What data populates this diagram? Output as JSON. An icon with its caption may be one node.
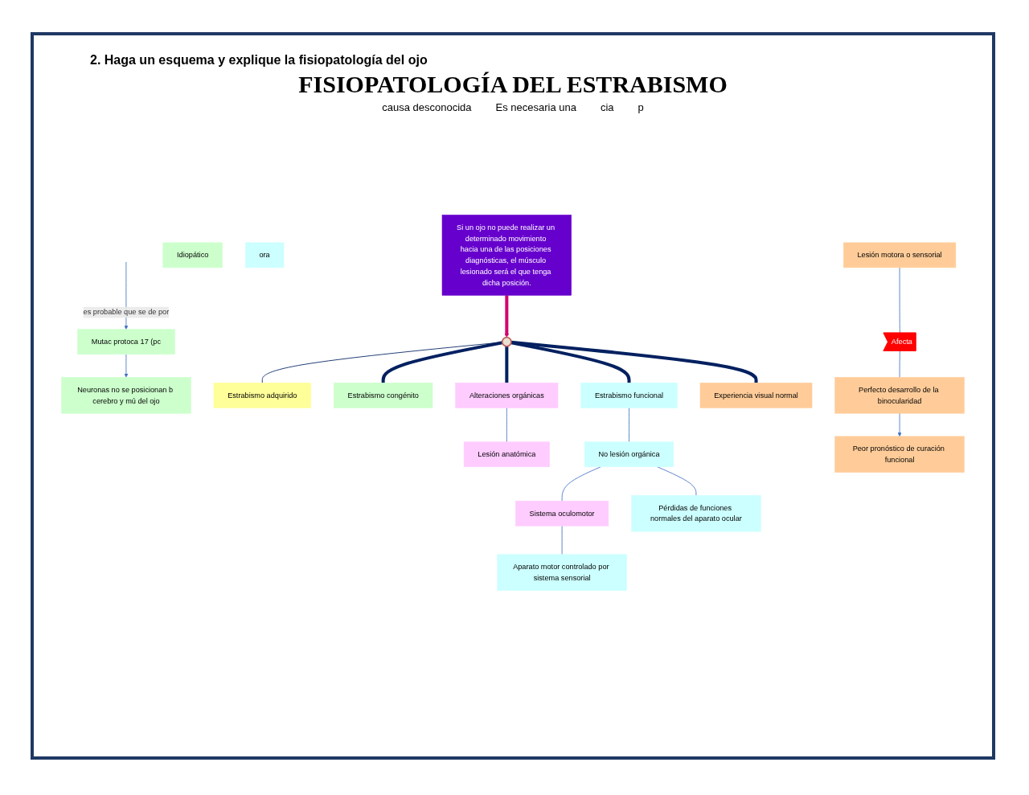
{
  "diagram": {
    "title": "FISIOPATOLOGÍA DEL ESTRABISMO",
    "nodes": [
      {
        "text": [],
        "shape": "picture"
      },
      {
        "text": [
          "Estrabismo adquirido"
        ]
      },
      {
        "text": [
          "Si un ojo no puede realizar un determinado movimiento hacia una de las posiciones diagnósticas, el músculo lesionado será el que tenga dicha posición."
        ]
      },
      {
        "text": [
          "Mutac protoca 17 (pc"
        ]
      },
      {
        "text": [
          "Estrabismo congénito"
        ]
      },
      {
        "text": [
          "Neuronas no se posicionan b cerebro y mú del ojo"
        ]
      },
      {
        "text": [
          "Idiopático"
        ]
      },
      {
        "text": [
          "Alteraciones orgánicas"
        ]
      },
      {
        "text": [
          "Lesión anatómica"
        ]
      },
      {
        "text": [
          "Sistema oculomotor"
        ]
      },
      {
        "text": [
          "ora"
        ]
      },
      {
        "text": [
          "Aparato motor controlado por sistema sensorial"
        ]
      },
      {
        "text": [
          "Estrabismo funcional"
        ]
      },
      {
        "text": [
          "No lesión orgánica"
        ]
      },
      {
        "text": [
          "Pérdidas de funciones normales del aparato ocular"
        ]
      },
      {
        "text": [
          "Experiencia visual normal"
        ]
      },
      {
        "text": [
          "Afecta"
        ]
      },
      {
        "text": [
          "Lesión motora o sensorial"
        ]
      },
      {
        "text": [
          "Perfecto desarrollo de la binocularidad"
        ]
      },
      {
        "text": [
          "Peor pronóstico de curación funcional"
        ]
      }
    ],
    "edges": [
      {
        "from": 2,
        "to": 0,
        "arrow": "to",
        "style": "thick",
        "color": "#d6006e"
      },
      {
        "from": 0,
        "to": 1,
        "arrow": "none",
        "color": "#002060"
      },
      {
        "from": 0,
        "to": 4,
        "arrow": "none",
        "style": "thick",
        "color": "#002060"
      },
      {
        "from": 0,
        "to": 7,
        "arrow": "none",
        "style": "thick",
        "color": "#002060"
      },
      {
        "from": 0,
        "to": 12,
        "arrow": "none",
        "style": "thick",
        "color": "#002060"
      },
      {
        "from": 0,
        "to": 15,
        "arrow": "none",
        "style": "thick",
        "color": "#002060"
      },
      {
        "from": null,
        "to": 3,
        "arrow": "to",
        "label": "es probable que se de por"
      },
      {
        "from": 3,
        "to": 5,
        "arrow": "to"
      },
      {
        "from": 7,
        "to": 8,
        "arrow": "none"
      },
      {
        "from": 9,
        "to": 11,
        "arrow": "none"
      },
      {
        "from": 12,
        "to": 13,
        "arrow": "none"
      },
      {
        "from": 13,
        "to": 9,
        "arrow": "none"
      },
      {
        "from": 13,
        "to": 14,
        "arrow": "none"
      },
      {
        "from": 17,
        "to": 16,
        "arrow": "none"
      },
      {
        "from": 16,
        "to": 18,
        "arrow": "none"
      },
      {
        "from": 18,
        "to": 19,
        "arrow": "to"
      }
    ],
    "labels": [
      "2. Haga un esquema y explique la fisiopatología del ojo",
      "causa desconocida",
      "Es necesaria una",
      "cia",
      "p"
    ]
  }
}
